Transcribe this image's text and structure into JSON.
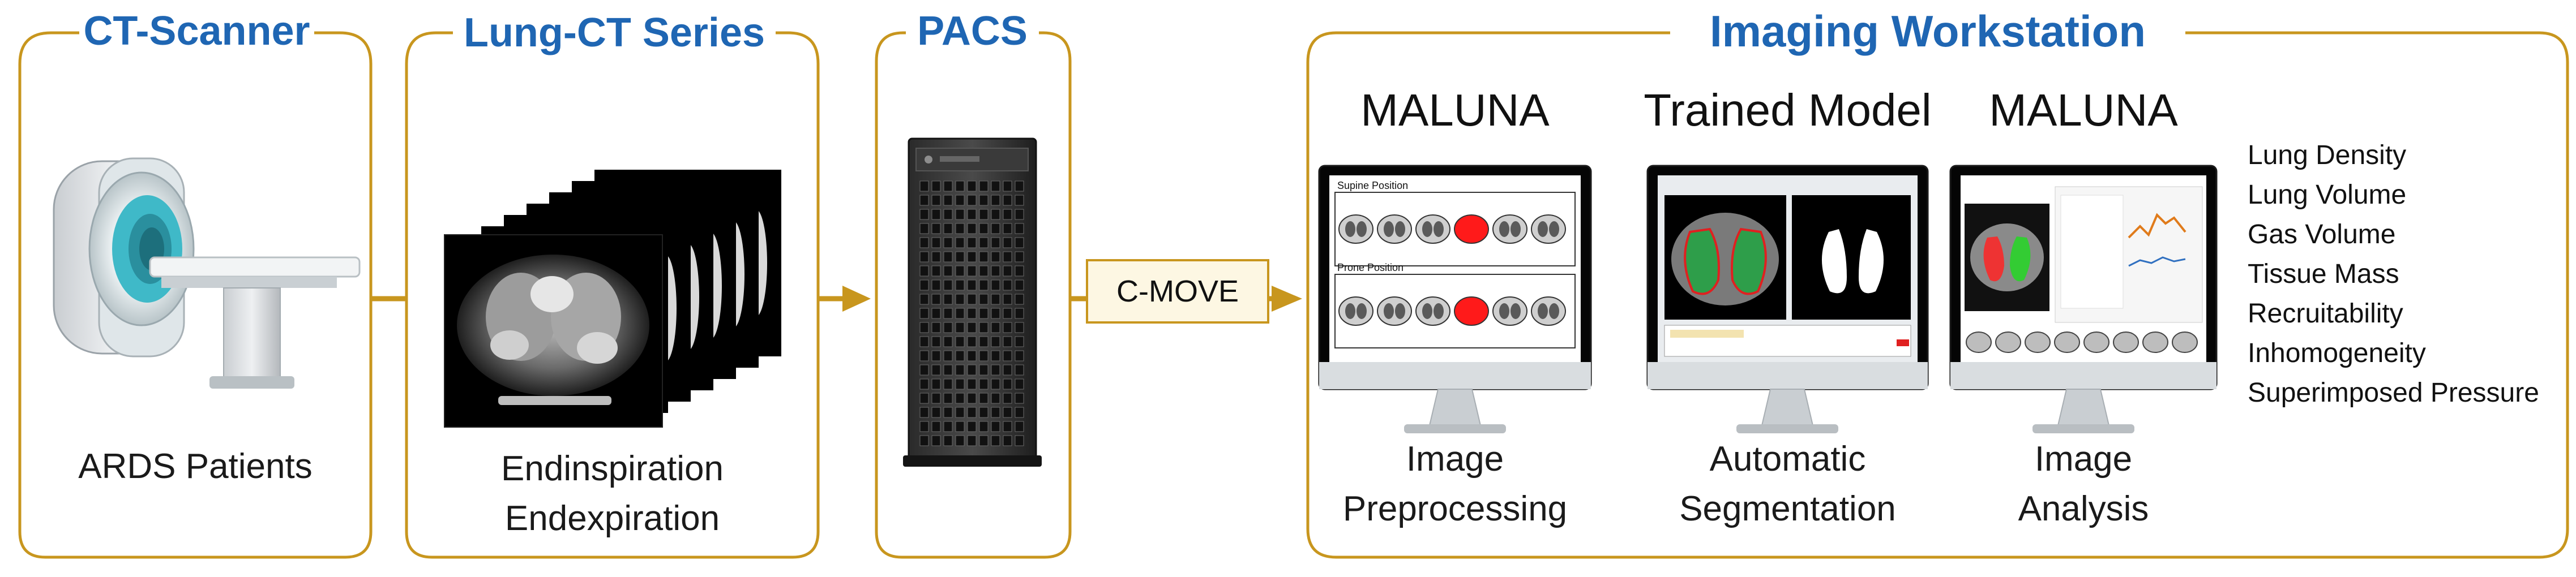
{
  "stages": [
    {
      "title": "CT-Scanner",
      "caption_lines": [
        "ARDS Patients"
      ]
    },
    {
      "title": "Lung-CT Series",
      "caption_lines": [
        "Endinspiration",
        "Endexpiration"
      ]
    },
    {
      "title": "PACS",
      "caption_lines": []
    },
    {
      "title": "Imaging Workstation",
      "caption_lines": []
    }
  ],
  "transfer_label": "C-MOVE",
  "monitors": [
    {
      "title": "MALUNA",
      "caption_lines": [
        "Image",
        "Preprocessing"
      ],
      "screen_text": [
        "Supine Position",
        "Prone Position"
      ]
    },
    {
      "title": "Trained Model",
      "caption_lines": [
        "Automatic",
        "Segmentation"
      ],
      "screen_text": []
    },
    {
      "title": "MALUNA",
      "caption_lines": [
        "Image",
        "Analysis"
      ],
      "screen_text": []
    }
  ],
  "metrics": [
    "Lung Density",
    "Lung Volume",
    "Gas Volume",
    "Tissue Mass",
    "Recruitability",
    "Inhomogeneity",
    "Superimposed Pressure"
  ],
  "colors": {
    "frame": "#c8961e",
    "title": "#1f66b3",
    "arrow": "#c8961e",
    "label_box_fill": "#fdf7e3",
    "lung_mask": "#ff1a1a"
  }
}
